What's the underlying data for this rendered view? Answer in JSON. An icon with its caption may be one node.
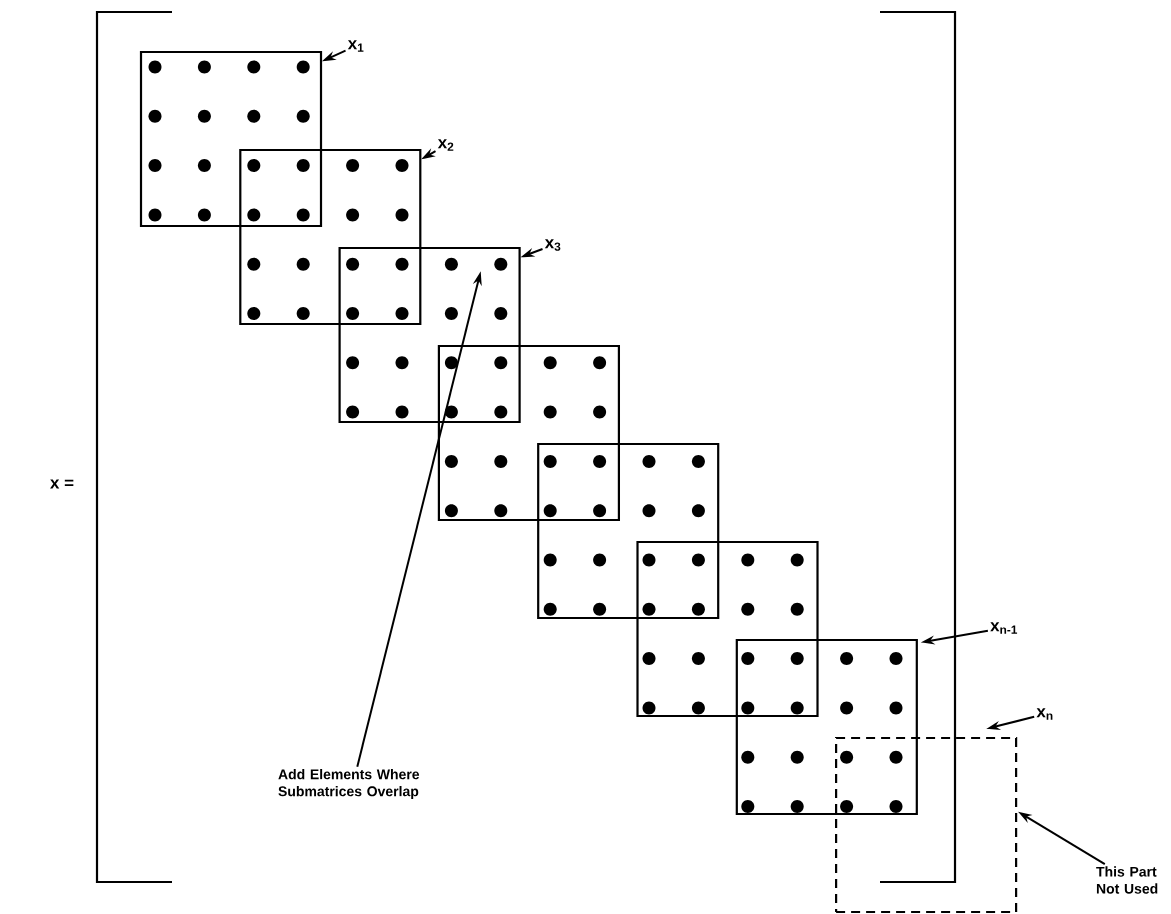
{
  "diagram": {
    "nodes": [
      {
        "text": [],
        "shape": "box"
      },
      {
        "text": [],
        "shape": "box"
      },
      {
        "text": [],
        "shape": "box"
      },
      {
        "text": [],
        "shape": "box"
      },
      {
        "text": [],
        "shape": "box"
      },
      {
        "text": [],
        "shape": "box"
      },
      {
        "text": [],
        "shape": "box"
      },
      {
        "text": [],
        "shape": "box"
      },
      {
        "text": [
          "x$_{1}$"
        ]
      },
      {
        "text": [
          "x$_{2}$"
        ]
      },
      {
        "text": [
          "x$_{3}$"
        ]
      },
      {
        "text": [
          "x$_{n-1}$"
        ]
      },
      {
        "text": [
          "x$_{n}$"
        ]
      },
      {
        "text": [
          "Add Elements Where Submatrices Overlap"
        ]
      },
      {
        "text": [
          "This Part Not Used"
        ]
      }
    ],
    "edges": [
      {
        "from": 8,
        "to": 0,
        "arrow": "to"
      },
      {
        "from": 9,
        "to": 1,
        "arrow": "to"
      },
      {
        "from": 10,
        "to": 2,
        "arrow": "to"
      },
      {
        "from": 11,
        "to": 6,
        "arrow": "to"
      },
      {
        "from": 12,
        "to": 7,
        "arrow": "to"
      },
      {
        "from": 13,
        "to": 2,
        "arrow": "to"
      },
      {
        "from": 14,
        "to": 7,
        "arrow": "to"
      }
    ],
    "labels": [
      "x ="
    ]
  }
}
